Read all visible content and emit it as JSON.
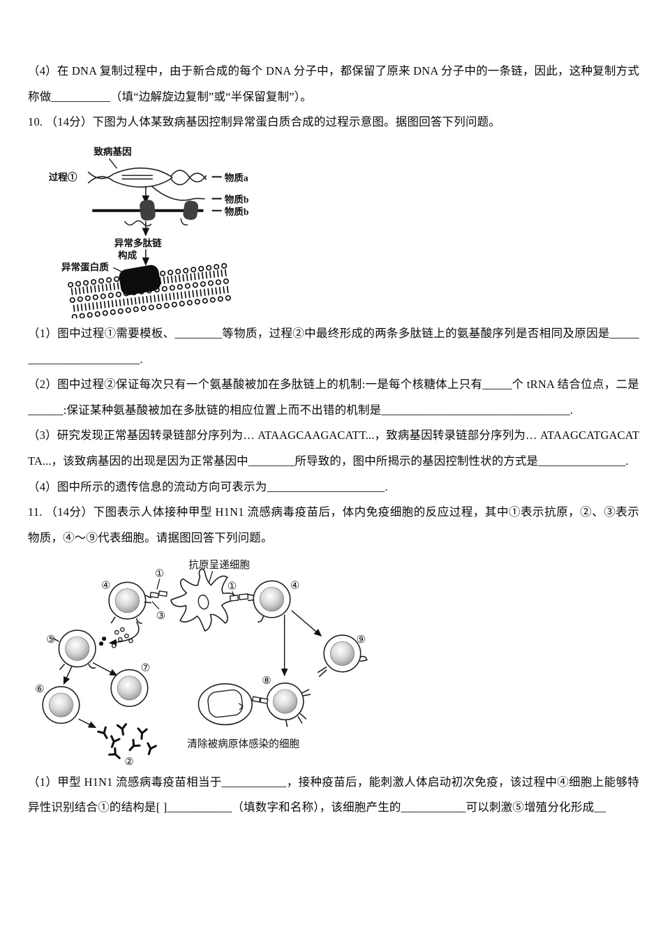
{
  "document": {
    "q9_item4": "（4）在 DNA 复制过程中，由于新合成的每个 DNA 分子中，都保留了原来 DNA 分子中的一条链，因此，这种复制方式称做__________（填“边解旋边复制”或“半保留复制”）。",
    "q10": {
      "header": "10. （14分）下图为人体某致病基因控制异常蛋白质合成的过程示意图。据图回答下列问题。",
      "item1": "（1）图中过程①需要模板、________等物质，过程②中最终形成的两条多肽链上的氨基酸序列是否相同及原因是________________________.",
      "item2": "（2）图中过程②保证每次只有一个氨基酸被加在多肽链上的机制:一是每个核糖体上只有_____个 tRNA 结合位点，二是______:保证某种氨基酸被加在多肽链的相应位置上而不出错的机制是________________________________.",
      "item3": "（3）研究发现正常基因转录链部分序列为… ATAAGCAAGACATT...，致病基因转录链部分序列为… ATAAGCATGACATTA...，该致病基因的出现是因为正常基因中________所导致的，图中所揭示的基因控制性状的方式是_______________.",
      "item4": "（4）图中所示的遗传信息的流动方向可表示为____________________."
    },
    "q11": {
      "header": "11. （14分）下图表示人体接种甲型 H1N1 流感病毒疫苗后，体内免疫细胞的反应过程，其中①表示抗原，②、③表示物质，④〜⑨代表细胞。请据图回答下列问题。",
      "item1": "（1）甲型 H1N1 流感病毒疫苗相当于___________，接种疫苗后，能刺激人体启动初次免疫，该过程中④细胞上能够特异性识别结合①的结构是[  ]___________（填数字和名称），该细胞产生的___________可以刺激⑤增殖分化形成__"
    }
  },
  "diagram1": {
    "gene_label": "致病基因",
    "process1_label": "过程①",
    "substance_a_label": "物质a",
    "substance_b_label": "物质b",
    "substance_b2_label": "物质b",
    "abnormal_polypeptide_label": "异常多肽链",
    "compose_label": "构成",
    "abnormal_protein_label": "异常蛋白质"
  },
  "diagram2": {
    "apc_label": "抗原呈递细胞",
    "caption": "清除被病原体感染的细胞",
    "n1a": "①",
    "n1b": "①",
    "n2": "②",
    "n3": "③",
    "n4a": "④",
    "n4b": "④",
    "n5": "⑤",
    "n6": "⑥",
    "n7": "⑦",
    "n8": "⑧",
    "n9": "⑨"
  },
  "colors": {
    "ink": "#111111",
    "ribosome": "#3f3f3f",
    "protein_blob": "#0d0d0d",
    "paper": "#ffffff"
  }
}
